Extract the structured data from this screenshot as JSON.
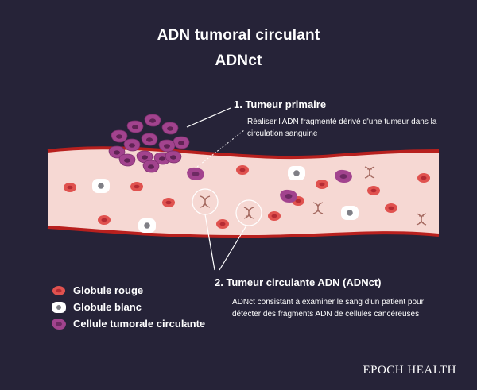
{
  "title": {
    "line1": "ADN tumoral circulant",
    "line2": "ADNct"
  },
  "primary_tumor": {
    "heading": "1. Tumeur primaire",
    "description": "Réaliser l'ADN fragmenté dérivé d'une tumeur dans la circulation sanguine"
  },
  "circulating_tumor": {
    "heading": "2. Tumeur circulante ADN (ADNct)",
    "description": "ADNct consistant à examiner le sang d'un patient pour détecter des fragments ADN de cellules cancéreuses"
  },
  "legend": [
    {
      "label": "Globule rouge",
      "icon": "red-blood-cell-icon",
      "color": "#e0524f"
    },
    {
      "label": "Globule blanc",
      "icon": "white-blood-cell-icon",
      "color": "#ffffff"
    },
    {
      "label": "Cellule tumorale circulante",
      "icon": "tumor-cell-icon",
      "color": "#a2438e"
    }
  ],
  "colors": {
    "background": "#262338",
    "vessel_fill": "#f6d8d3",
    "vessel_wall": "#b8201e",
    "red_cell": "#e0524f",
    "tumor_cell": "#a2438e",
    "white_cell": "#ffffff"
  },
  "logo": "EPOCH HEALTH"
}
